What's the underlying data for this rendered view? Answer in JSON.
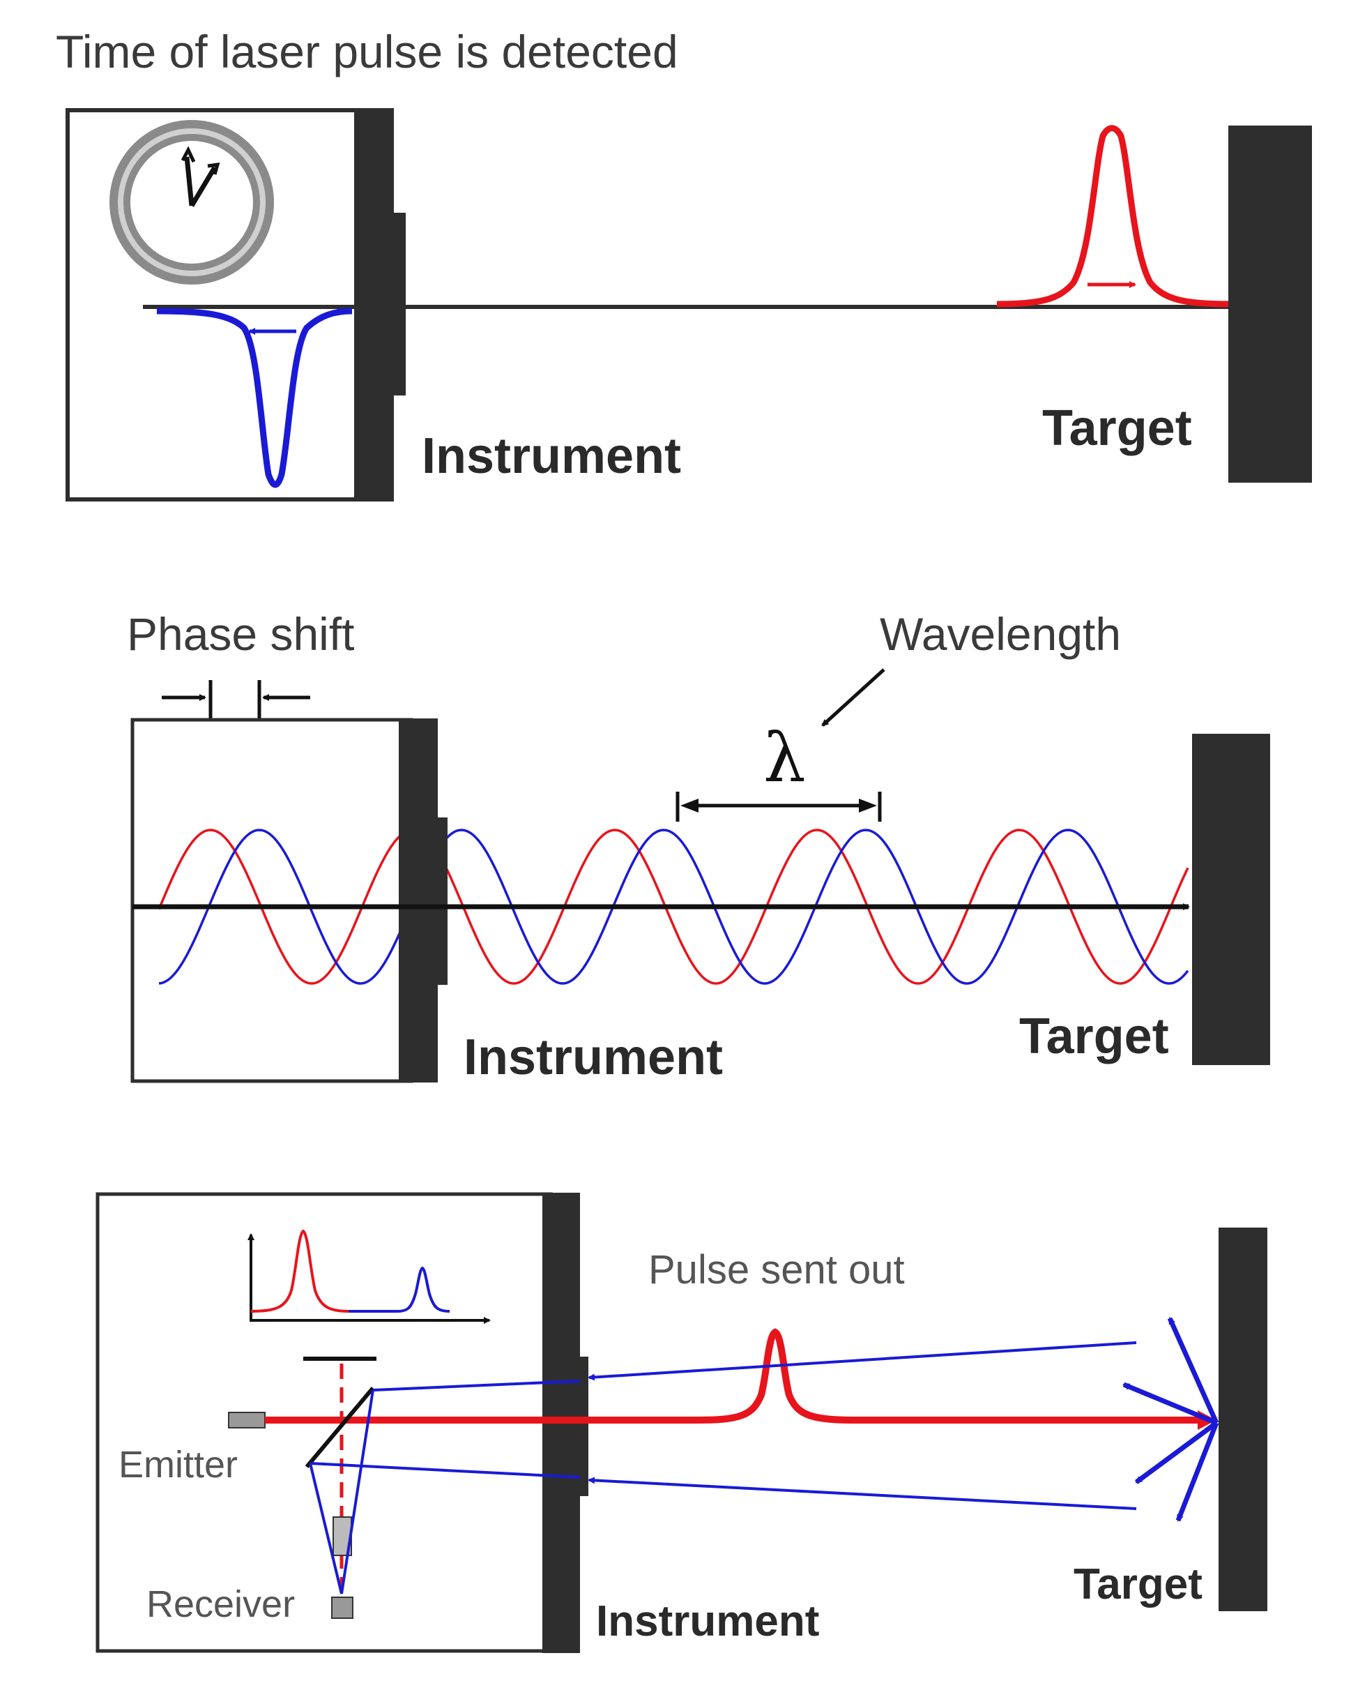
{
  "panel1": {
    "title": "Time of laser pulse is detected",
    "instrument_label": "Instrument",
    "target_label": "Target"
  },
  "panel2": {
    "phase_shift_label": "Phase shift",
    "wavelength_label": "Wavelength",
    "lambda_symbol": "λ",
    "instrument_label": "Instrument",
    "target_label": "Target"
  },
  "panel3": {
    "pulse_label": "Pulse sent out",
    "emitter_label": "Emitter",
    "receiver_label": "Receiver",
    "instrument_label": "Instrument",
    "target_label": "Target"
  },
  "colors": {
    "outgoing": "#e8141c",
    "returning": "#1a1ad6",
    "wall": "#2e2e2e",
    "clock_ring": "#8a8a8a"
  }
}
